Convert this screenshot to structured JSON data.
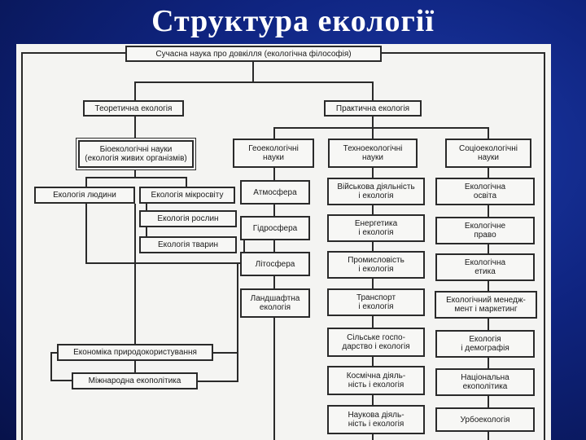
{
  "slide": {
    "title": "Структура екології"
  },
  "diagram": {
    "root": "Сучасна наука про довкілля (екологічна філософія)",
    "theoretical": {
      "label": "Теоретична екологія",
      "bioecology": "Біоекологічні науки\n(екологія живих організмів)",
      "human_ecology": "Екологія людини",
      "micro_ecology": "Екологія мікросвіту",
      "plant_ecology": "Екологія рослин",
      "animal_ecology": "Екологія тварин",
      "nature_economics": "Економіка природокористування",
      "int_ecopolitics": "Міжнародна екополітика"
    },
    "practical": {
      "label": "Практична екологія",
      "geo": {
        "label": "Геоекологічні\nнауки",
        "items": [
          "Атмосфера",
          "Гідросфера",
          "Літосфера",
          "Ландшафтна\nекологія"
        ]
      },
      "techno": {
        "label": "Техноекологічні\nнауки",
        "items": [
          "Військова діяльність\nі екологія",
          "Енергетика\nі екологія",
          "Промисловість\nі екологія",
          "Транспорт\nі екологія",
          "Сільське госпо-\nдарство і екологія",
          "Космічна діяль-\nність і екологія",
          "Наукова діяль-\nність і екологія"
        ]
      },
      "socio": {
        "label": "Соціоекологічні\nнауки",
        "items": [
          "Екологічна\nосвіта",
          "Екологічне\nправо",
          "Екологічна\nетика",
          "Екологічний менедж-\nмент і маркетинг",
          "Екологія\nі демографія",
          "Національна\nекополітика",
          "Урбоекологія"
        ]
      }
    }
  }
}
